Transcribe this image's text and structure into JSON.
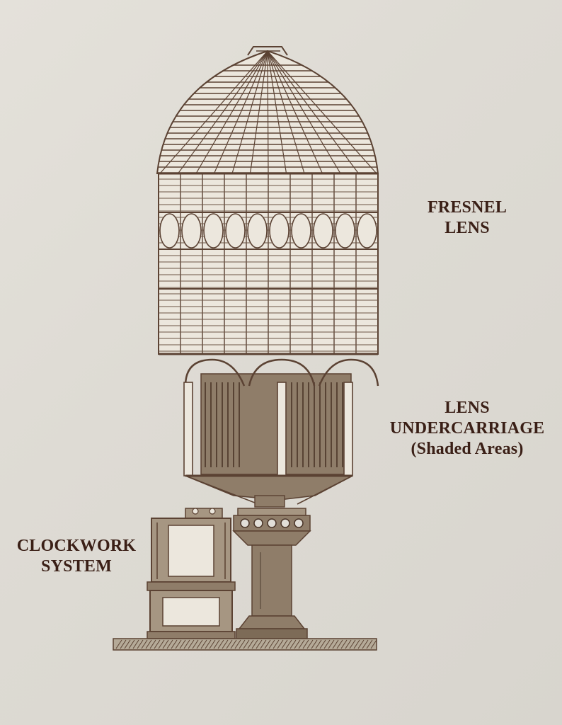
{
  "labels": {
    "fresnel_lens": [
      "FRESNEL",
      "LENS"
    ],
    "lens_undercarriage": [
      "LENS",
      "UNDERCARRIAGE",
      "(Shaded Areas)"
    ],
    "clockwork_system": [
      "CLOCKWORK",
      "SYSTEM"
    ]
  },
  "colors": {
    "ink": "#5b4233",
    "label_text": "#3a1f16",
    "shade": "#8f7d69",
    "paper": "#e2dfd8"
  }
}
